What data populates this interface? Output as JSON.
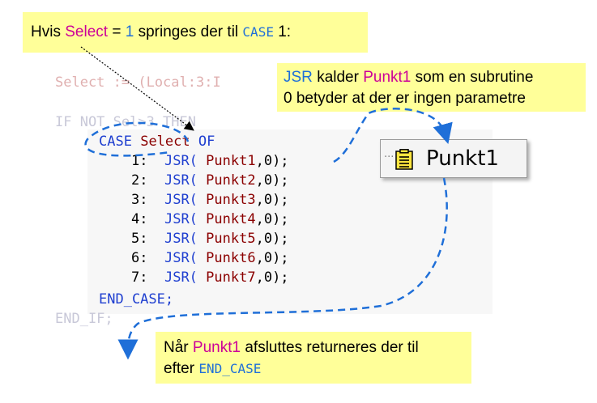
{
  "notes": {
    "top": {
      "prefix": "Hvis",
      "select_word": "Select",
      "eq": "=",
      "one": "1",
      "middle": "springes der til",
      "case_word": "CASE",
      "suffix": "1:"
    },
    "right": {
      "line1_jsr": "JSR",
      "line1_mid": "kalder",
      "line1_punkt": "Punkt1",
      "line1_rest": "som en subrutine",
      "line2": "0 betyder at der er ingen parametre"
    },
    "bottom": {
      "prefix": "Når",
      "punkt": "Punkt1",
      "rest": "afsluttes returneres der til",
      "line2_prefix": "efter",
      "end_case": "END_CASE"
    }
  },
  "code": {
    "faded_line1": "Select := (Local:3:I",
    "faded_line2": "IF NOT Sel>3 THEN",
    "case_kw": "CASE",
    "case_var": "Select",
    "case_of": "OF",
    "rows": [
      {
        "label": "1:",
        "fn": "JSR(",
        "arg": "Punkt1",
        "tail": ",0);"
      },
      {
        "label": "2:",
        "fn": "JSR(",
        "arg": "Punkt2",
        "tail": ",0);"
      },
      {
        "label": "3:",
        "fn": "JSR(",
        "arg": "Punkt3",
        "tail": ",0);"
      },
      {
        "label": "4:",
        "fn": "JSR(",
        "arg": "Punkt4",
        "tail": ",0);"
      },
      {
        "label": "5:",
        "fn": "JSR(",
        "arg": "Punkt5",
        "tail": ",0);"
      },
      {
        "label": "6:",
        "fn": "JSR(",
        "arg": "Punkt6",
        "tail": ",0);"
      },
      {
        "label": "7:",
        "fn": "JSR(",
        "arg": "Punkt7",
        "tail": ",0);"
      }
    ],
    "end_case": "END_CASE;",
    "end_if": "END_IF;"
  },
  "proc_node": {
    "dots": "...",
    "label": "Punkt1",
    "icon": "document-icon"
  },
  "colors": {
    "note_bg": "#ffff99",
    "blue": "#1f6fd8",
    "magenta": "#cc0099",
    "arrow": "#1f6fd8"
  }
}
